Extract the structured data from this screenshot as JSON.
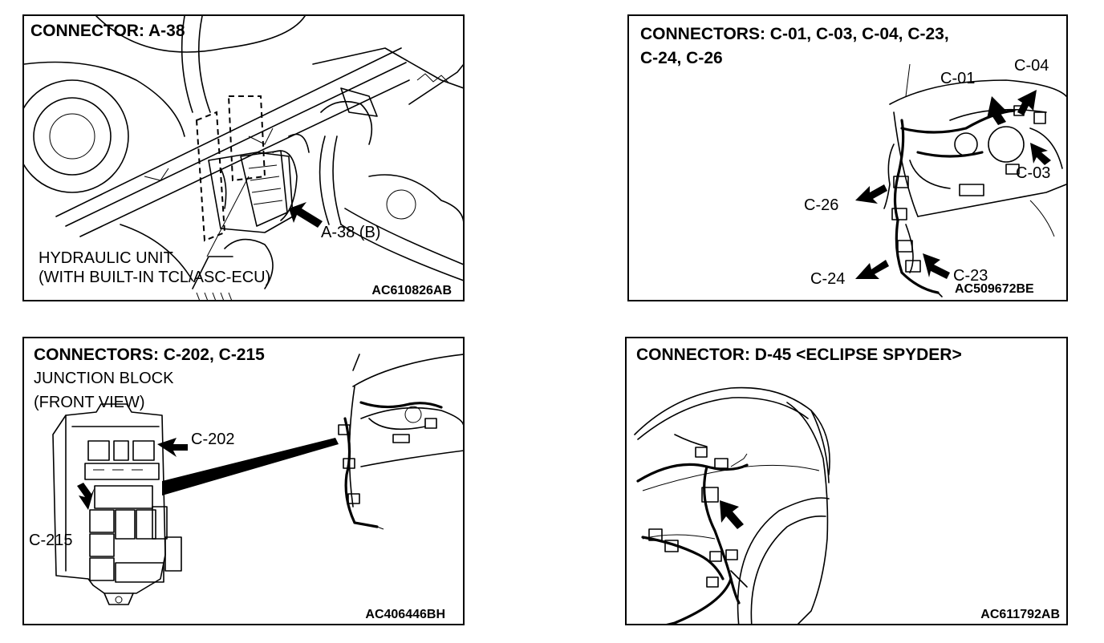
{
  "panels": [
    {
      "title": "CONNECTOR: A-38",
      "labels": [
        "A-38 (B)",
        "HYDRAULIC UNIT",
        "(WITH BUILT-IN TCL/ASC-ECU)"
      ],
      "code": "AC610826AB"
    },
    {
      "title_line1": "CONNECTORS: C-01, C-03, C-04, C-23,",
      "title_line2": "C-24, C-26",
      "labels": [
        "C-01",
        "C-04",
        "C-03",
        "C-26",
        "C-24",
        "C-23"
      ],
      "code": "AC509672BE"
    },
    {
      "title": "CONNECTORS: C-202, C-215",
      "subtitle_line1": "JUNCTION BLOCK",
      "subtitle_line2": "(FRONT VIEW)",
      "labels": [
        "C-202",
        "C-215"
      ],
      "code": "AC406446BH"
    },
    {
      "title": "CONNECTOR: D-45 <ECLIPSE SPYDER>",
      "code": "AC611792AB"
    }
  ],
  "icons": [
    "arrow-icon"
  ]
}
